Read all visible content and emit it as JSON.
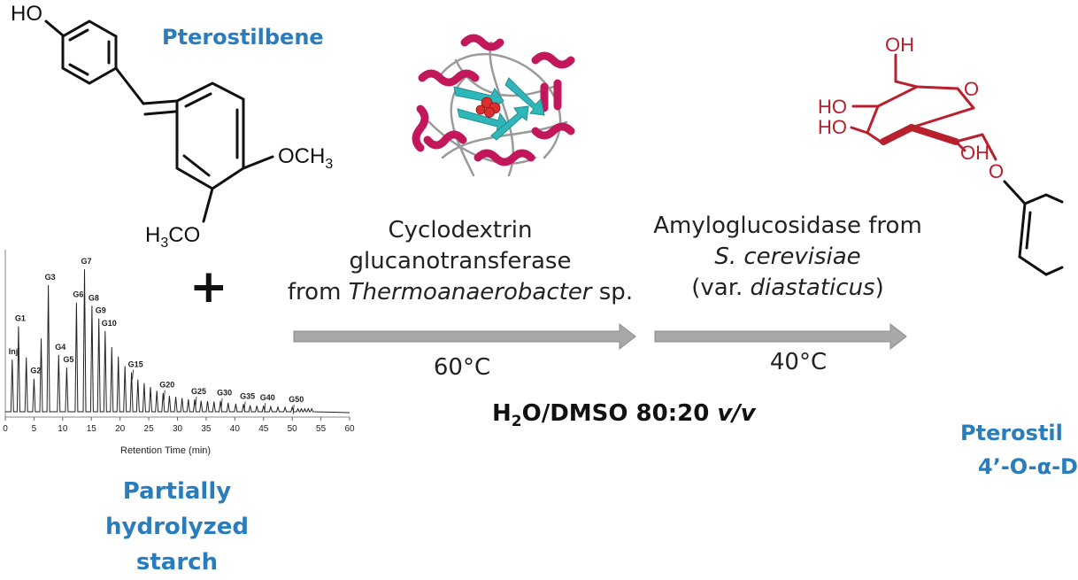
{
  "colors": {
    "accent_blue": "#2a7dbc",
    "glucose_red": "#b8202e",
    "arrow_grey": "#9a9a9a",
    "helix_magenta": "#c2185b",
    "sheet_teal": "#2fb6b8"
  },
  "pterostilbene": {
    "title": "Pterostilbene",
    "ho_label": "HO",
    "och3_label": "OCH",
    "h3co_h": "H",
    "h3co_rest": "CO",
    "sub3": "3"
  },
  "plus_sign": "+",
  "starch": {
    "title_line1": "Partially hydrolyzed",
    "title_line2": "starch",
    "x_axis_label": "Retention Time (min)",
    "x_ticks": [
      "0",
      "5",
      "10",
      "15",
      "20",
      "25",
      "30",
      "35",
      "40",
      "45",
      "50",
      "55",
      "60"
    ],
    "peak_labels": [
      "Inj",
      "G1",
      "G2",
      "G3",
      "G4",
      "G5",
      "G6",
      "G7",
      "G8",
      "G9",
      "G10",
      "G15",
      "G20",
      "G25",
      "G30",
      "G35",
      "G40",
      "G50"
    ]
  },
  "chart_data": {
    "type": "line",
    "xlabel": "Retention Time (min)",
    "ylabel": "",
    "xlim": [
      0,
      60
    ],
    "x_ticks": [
      0,
      5,
      10,
      15,
      20,
      25,
      30,
      35,
      40,
      45,
      50,
      55,
      60
    ],
    "series": [
      {
        "x": [
          1.2,
          2.3,
          5.0,
          7.5,
          9.3,
          10.7,
          12.4,
          13.8,
          15.1,
          16.3,
          17.4,
          22.0,
          27.5,
          33.0,
          37.5,
          41.5,
          45.0,
          50.0
        ],
        "labels": [
          "Inj",
          "G1",
          "G2",
          "G3",
          "G4",
          "G5",
          "G6",
          "G7",
          "G8",
          "G9",
          "G10",
          "G15",
          "G20",
          "G25",
          "G30",
          "G35",
          "G40",
          "G50"
        ],
        "values": [
          0.34,
          0.55,
          0.22,
          0.81,
          0.37,
          0.29,
          0.7,
          0.91,
          0.68,
          0.6,
          0.52,
          0.26,
          0.13,
          0.09,
          0.08,
          0.06,
          0.05,
          0.04
        ]
      }
    ]
  },
  "step1": {
    "line1": "Cyclodextrin",
    "line2": "glucanotransferase",
    "line3_pre": "from ",
    "line3_italic": "Thermoanaerobacter",
    "line3_post": " sp.",
    "temperature": "60°C"
  },
  "step2": {
    "line1": "Amyloglucosidase from",
    "line2_italic": "S. cerevisiae",
    "line3_pre": "(var. ",
    "line3_italic": "diastaticus",
    "line3_post": ")",
    "temperature": "40°C"
  },
  "solvent": {
    "h": "H",
    "sub2": "2",
    "rest": "O/DMSO 80:20 ",
    "vv": "v/v"
  },
  "glucoside": {
    "oh_top": "OH",
    "o_ring": "O",
    "ho_1": "HO",
    "ho_2": "HO",
    "oh_3": "OH",
    "o_link": "O"
  },
  "product": {
    "title_line1": "Pterostil",
    "title_line2": "4’-O-α-D"
  }
}
